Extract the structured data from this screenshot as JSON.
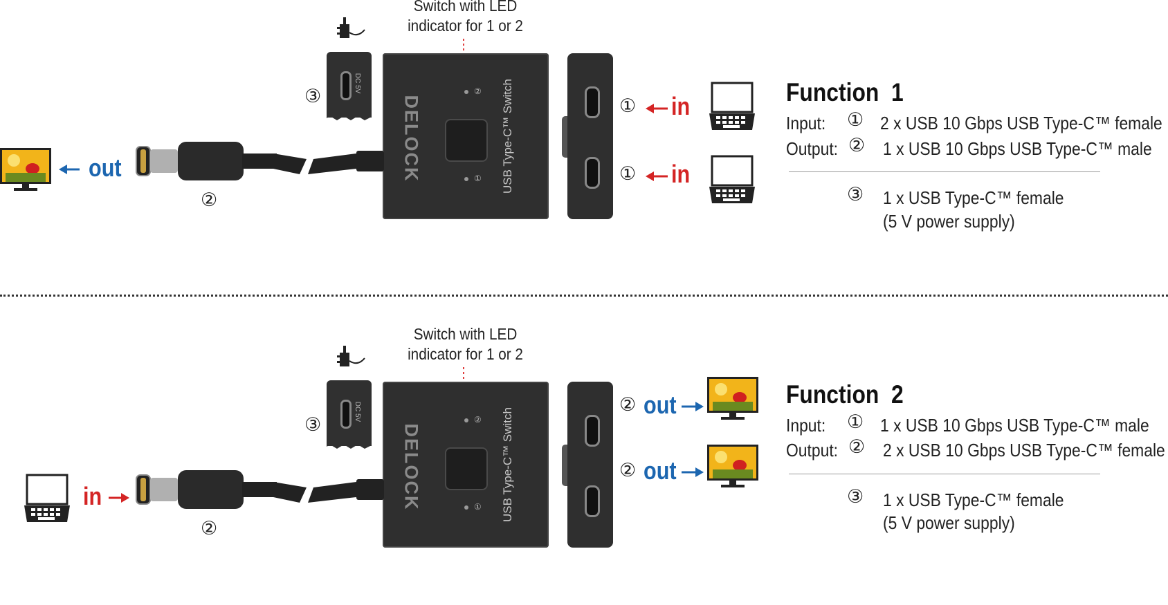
{
  "panels": [
    {
      "caption_line1": "Switch with LED",
      "caption_line2": "indicator for 1 or 2",
      "brand": "DELOCK",
      "device_label": "USB Type-C™ Switch",
      "led_1": "①",
      "led_2": "②",
      "power_port_label": "DC 5V",
      "left_text": "out",
      "left_marker": "",
      "cable_marker": "②",
      "power_marker": "③",
      "right_top_marker": "①",
      "right_top_text": "in",
      "right_bottom_marker": "①",
      "right_bottom_text": "in",
      "title_word": "Function",
      "title_num": "1",
      "input_label": "Input:",
      "input_marker": "①",
      "input_text": "2 x USB 10 Gbps USB Type-C™ female",
      "output_label": "Output:",
      "output_marker": "②",
      "output_text": "1 x USB 10 Gbps USB Type-C™ male",
      "power_spec_marker": "③",
      "power_text_line1": "1 x USB Type-C™ female",
      "power_text_line2": "(5 V power supply)"
    },
    {
      "caption_line1": "Switch with LED",
      "caption_line2": "indicator for 1 or 2",
      "brand": "DELOCK",
      "device_label": "USB Type-C™ Switch",
      "led_1": "①",
      "led_2": "②",
      "power_port_label": "DC 5V",
      "left_text": "in",
      "cable_marker": "②",
      "power_marker": "③",
      "right_top_marker": "②",
      "right_top_text": "out",
      "right_bottom_marker": "②",
      "right_bottom_text": "out",
      "title_word": "Function",
      "title_num": "2",
      "input_label": "Input:",
      "input_marker": "①",
      "input_text": "1 x USB 10 Gbps USB Type-C™ male",
      "output_label": "Output:",
      "output_marker": "②",
      "output_text": "2 x USB 10 Gbps USB Type-C™ female",
      "power_spec_marker": "③",
      "power_text_line1": "1 x USB Type-C™ female",
      "power_text_line2": "(5 V power supply)"
    }
  ],
  "colors": {
    "in_red": "#d42424",
    "out_blue": "#1c66b0",
    "device": "#2f2f2f",
    "caption_dots": "#e04040"
  },
  "icons": [
    "monitor-icon",
    "laptop-icon",
    "power-adapter-icon",
    "arrow-left-icon",
    "arrow-right-icon",
    "usb-c-plug-icon"
  ]
}
